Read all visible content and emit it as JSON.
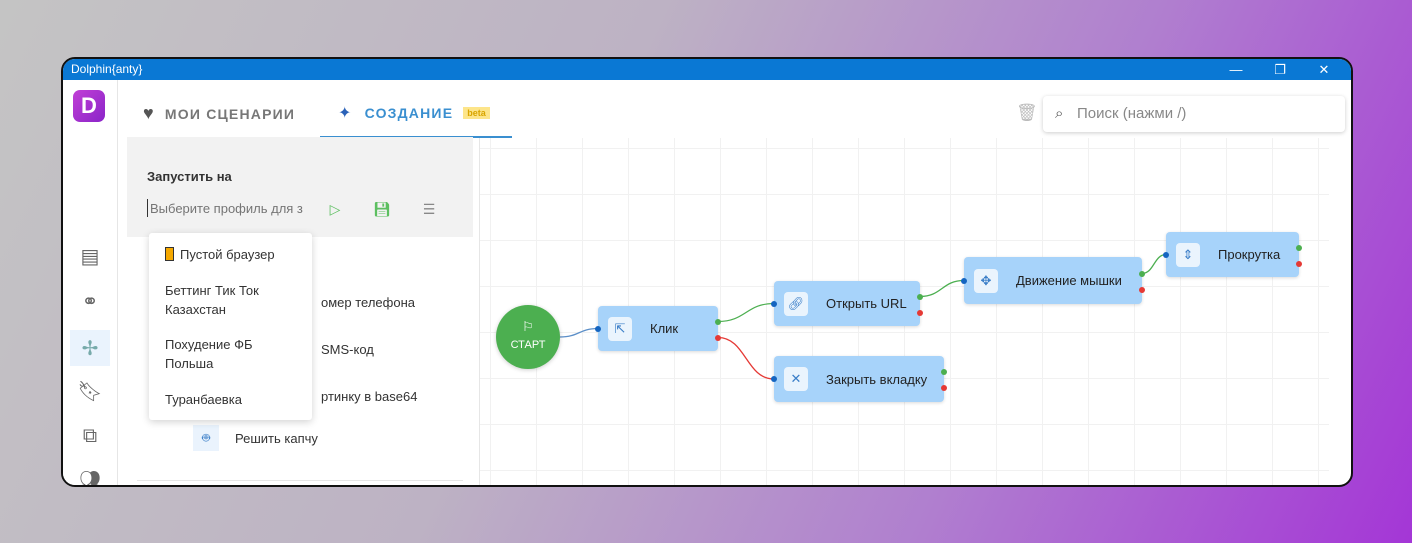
{
  "window": {
    "title": "Dolphin{anty}",
    "controls": [
      "—",
      "❐",
      "✕"
    ]
  },
  "sidebar": {
    "logo": "D",
    "items": [
      {
        "icon": "browser-globe-icon",
        "active": false
      },
      {
        "icon": "link-icon",
        "active": false
      },
      {
        "icon": "sparkles-icon",
        "active": true
      },
      {
        "icon": "bookmark-icon",
        "active": false
      },
      {
        "icon": "puzzle-icon",
        "active": false
      },
      {
        "icon": "users-icon",
        "active": false
      }
    ]
  },
  "tabs": [
    {
      "label": "МОИ СЦЕНАРИИ",
      "icon": "heart-icon",
      "active": false
    },
    {
      "label": "СОЗДАНИЕ",
      "icon": "sparkles-icon",
      "badge": "beta",
      "active": true
    }
  ],
  "run": {
    "label": "Запустить на",
    "placeholder": "Выберите профиль для з",
    "buttons": [
      "play-icon",
      "save-icon",
      "log-icon"
    ]
  },
  "dropdown": [
    {
      "label": "Пустой браузер",
      "color": "#f5a800"
    },
    {
      "label": "Беттинг Тик Ток Казахстан"
    },
    {
      "label": "Похудение ФБ Польша"
    },
    {
      "label": "Туранбаевка"
    }
  ],
  "actions": [
    {
      "label": "омер телефона"
    },
    {
      "label": "SMS-код"
    },
    {
      "label": "ртинку в base64"
    },
    {
      "label": "Решить капчу",
      "icon": "robot-icon"
    }
  ],
  "search": {
    "placeholder": "Поиск (нажми /)"
  },
  "flow": {
    "start": "СТАРТ",
    "nodes": [
      {
        "id": "click",
        "label": "Клик",
        "icon": "pointer-click-icon"
      },
      {
        "id": "open",
        "label": "Открыть URL",
        "icon": "link-icon"
      },
      {
        "id": "close",
        "label": "Закрыть вкладку",
        "icon": "close-icon"
      },
      {
        "id": "move",
        "label": "Движение мышки",
        "icon": "move-icon"
      },
      {
        "id": "scroll",
        "label": "Прокрутка",
        "icon": "scroll-icon"
      }
    ],
    "edges": [
      [
        "start",
        "click",
        "default"
      ],
      [
        "click",
        "open",
        "success"
      ],
      [
        "click",
        "close",
        "error"
      ],
      [
        "open",
        "move",
        "success"
      ],
      [
        "move",
        "scroll",
        "success"
      ]
    ],
    "colors": {
      "success": "#4caf50",
      "error": "#e53935",
      "default": "#1565c0"
    }
  }
}
